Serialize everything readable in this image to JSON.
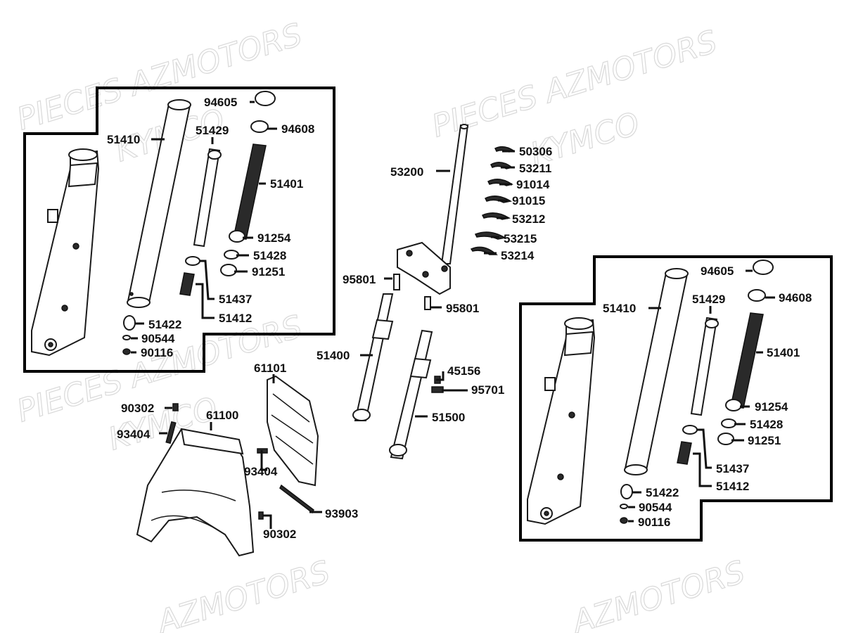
{
  "watermarks": {
    "lines": [
      "PIECES AZMOTORS",
      "KYMCO",
      "PIECES AZMOTORS",
      "KYMCO",
      "PIECES AZMOTORS",
      "KYMCO",
      "AZMOTORS",
      "AZMOTORS"
    ]
  },
  "left_assembly": {
    "labels": [
      "94605",
      "94608",
      "51410",
      "51429",
      "51401",
      "91254",
      "51428",
      "91251",
      "51437",
      "51412",
      "51422",
      "90544",
      "90116"
    ]
  },
  "center_assembly": {
    "labels": [
      "50306",
      "53211",
      "91014",
      "91015",
      "53212",
      "53215",
      "53214",
      "53200",
      "95801",
      "95801",
      "51400",
      "45156",
      "95701",
      "51500"
    ]
  },
  "fender_assembly": {
    "labels": [
      "61101",
      "90302",
      "61100",
      "93404",
      "93404",
      "93903",
      "90302"
    ]
  },
  "right_assembly": {
    "labels": [
      "94605",
      "94608",
      "51410",
      "51429",
      "51401",
      "91254",
      "51428",
      "91251",
      "51437",
      "51412",
      "51422",
      "90544",
      "90116"
    ]
  }
}
